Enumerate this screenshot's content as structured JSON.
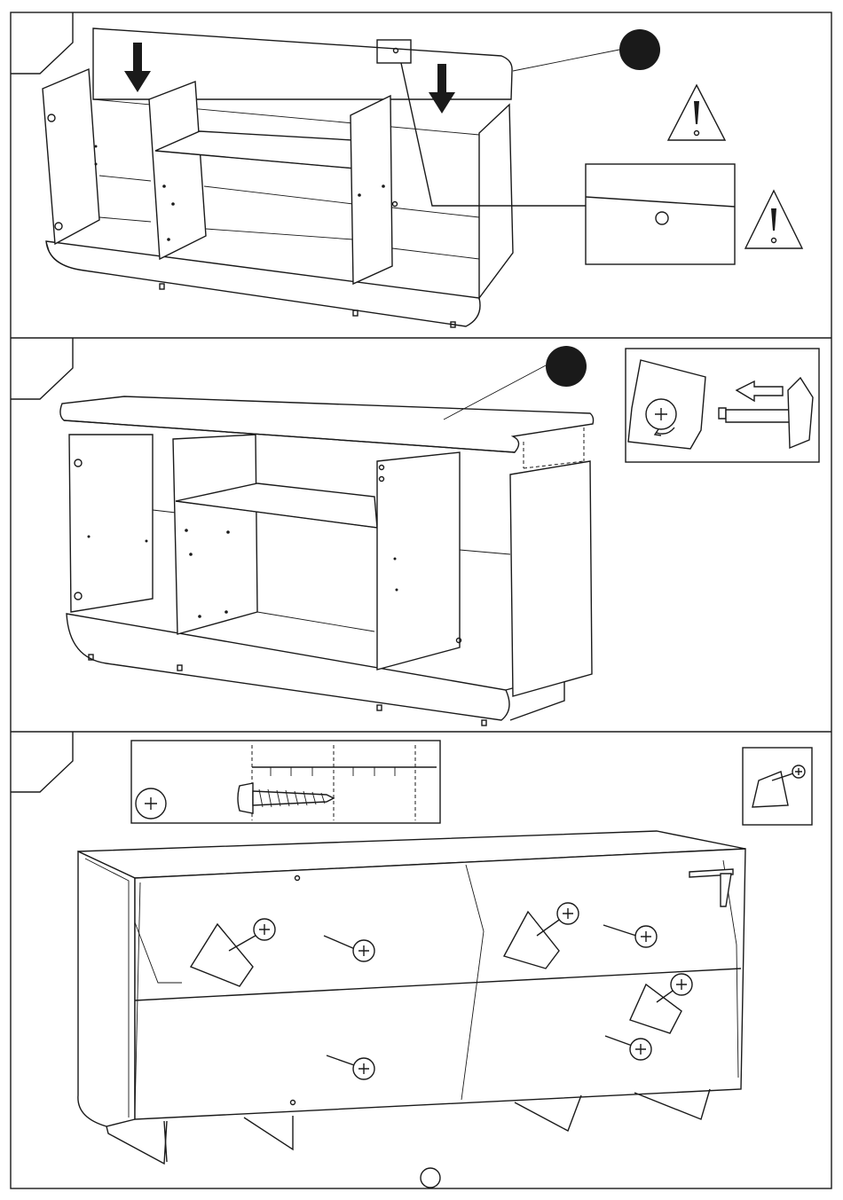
{
  "document": {
    "type": "furniture assembly instructions page",
    "steps": [
      {
        "name": "step-1",
        "callout": "",
        "warnings": 2
      },
      {
        "name": "step-2",
        "callout": "",
        "insets": [
          "cam-lock-tighten"
        ]
      },
      {
        "name": "step-3",
        "callout": "",
        "insets": [
          "screw-size-gauge",
          "corner-bracket-screw"
        ]
      }
    ],
    "page_number": ""
  },
  "icons": {
    "warning": "warning-triangle-icon",
    "screw": "screw-icon",
    "phillips": "phillips-head-icon",
    "arrow": "down-arrow-icon"
  },
  "colors": {
    "ink": "#1a1a1a",
    "paper": "#ffffff"
  }
}
